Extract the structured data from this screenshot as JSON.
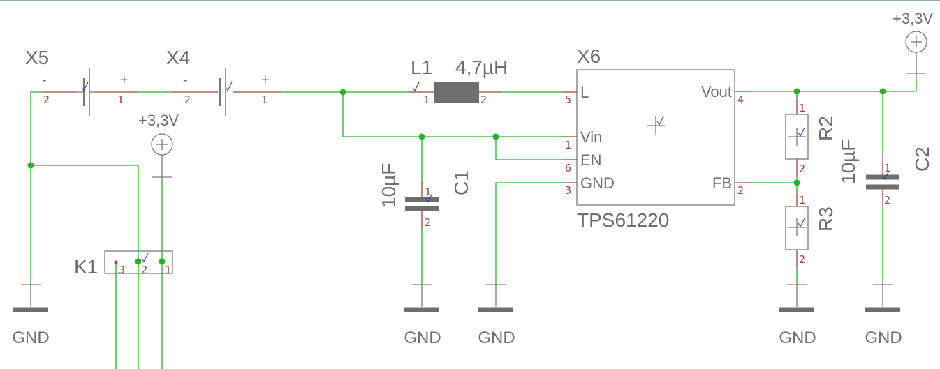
{
  "components": {
    "x5": {
      "name": "X5",
      "minus": "-",
      "plus": "+",
      "pin_a": "2",
      "pin_b": "1"
    },
    "x4": {
      "name": "X4",
      "minus": "-",
      "plus": "+",
      "pin_a": "2",
      "pin_b": "1"
    },
    "l1": {
      "name": "L1",
      "value": "4,7µH",
      "pin_a": "1",
      "pin_b": "2"
    },
    "x6": {
      "name": "X6",
      "part": "TPS61220",
      "pins": {
        "l": {
          "label": "L",
          "num": "5"
        },
        "vin": {
          "label": "Vin",
          "num": "1"
        },
        "en": {
          "label": "EN",
          "num": "6"
        },
        "gnd": {
          "label": "GND",
          "num": "3"
        },
        "vout": {
          "label": "Vout",
          "num": "4"
        },
        "fb": {
          "label": "FB",
          "num": "2"
        }
      }
    },
    "c1": {
      "name": "C1",
      "value": "10µF",
      "pin_a": "1",
      "pin_b": "2"
    },
    "c2": {
      "name": "C2",
      "value": "10µF",
      "pin_a": "1",
      "pin_b": "2"
    },
    "r2": {
      "name": "R2",
      "pin_a": "1",
      "pin_b": "2"
    },
    "r3": {
      "name": "R3",
      "pin_a": "1",
      "pin_b": "2"
    },
    "k1": {
      "name": "K1",
      "pin_3": "3",
      "pin_2": "2",
      "pin_1": "1"
    }
  },
  "supplies": {
    "vcc_left": "+3,3V",
    "vcc_right": "+3,3V",
    "gnd_x5": "GND",
    "gnd_c1": "GND",
    "gnd_x6": "GND",
    "gnd_r3": "GND",
    "gnd_c2": "GND"
  },
  "colors": {
    "wire": "#22b422",
    "pin": "#a04040",
    "text": "#6e6e6e",
    "check": "#2a2ad0"
  }
}
